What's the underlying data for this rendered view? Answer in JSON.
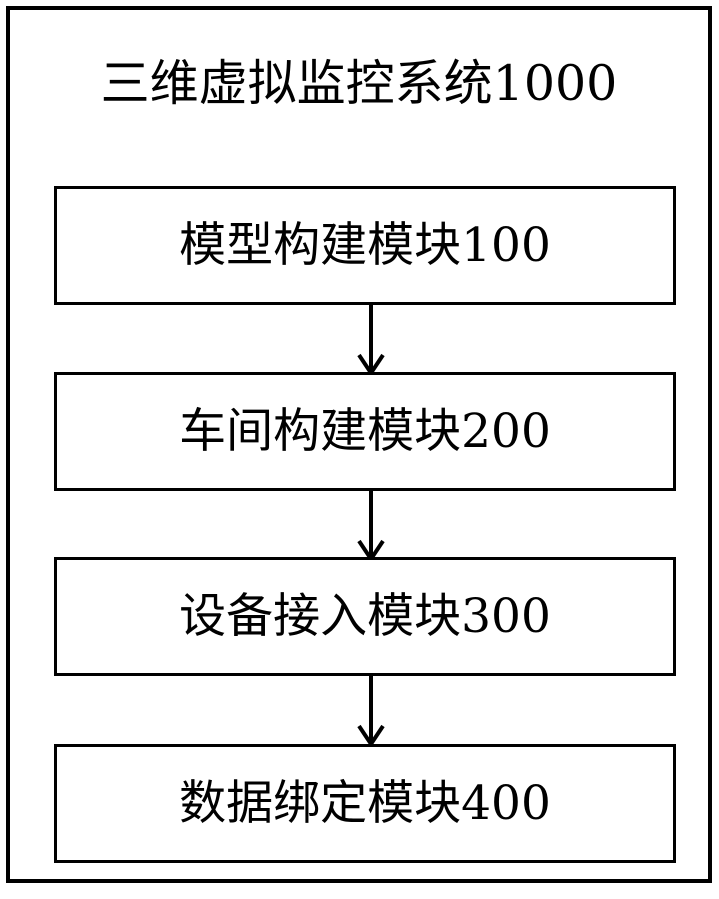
{
  "figure": {
    "type": "block-diagram",
    "orientation": "vertical-flow",
    "title": "三维虚拟监控系统1000",
    "title_name": "三维虚拟监控系统",
    "title_reference_number": "1000",
    "background_color": "#ffffff",
    "line_color": "#000000"
  },
  "system": {
    "label": "三维虚拟监控系统1000",
    "modules": [
      {
        "id": "module-100",
        "label": "模型构建模块100",
        "name": "模型构建模块",
        "reference_number": "100"
      },
      {
        "id": "module-200",
        "label": "车间构建模块200",
        "name": "车间构建模块",
        "reference_number": "200"
      },
      {
        "id": "module-300",
        "label": "设备接入模块300",
        "name": "设备接入模块",
        "reference_number": "300"
      },
      {
        "id": "module-400",
        "label": "数据绑定模块400",
        "name": "数据绑定模块",
        "reference_number": "400"
      }
    ],
    "connectors": [
      {
        "id": "arrow-100-200",
        "from": "module-100",
        "to": "module-200",
        "style": "open-v-arrow-down"
      },
      {
        "id": "arrow-200-300",
        "from": "module-200",
        "to": "module-300",
        "style": "open-v-arrow-down"
      },
      {
        "id": "arrow-300-400",
        "from": "module-300",
        "to": "module-400",
        "style": "open-v-arrow-down"
      }
    ]
  }
}
